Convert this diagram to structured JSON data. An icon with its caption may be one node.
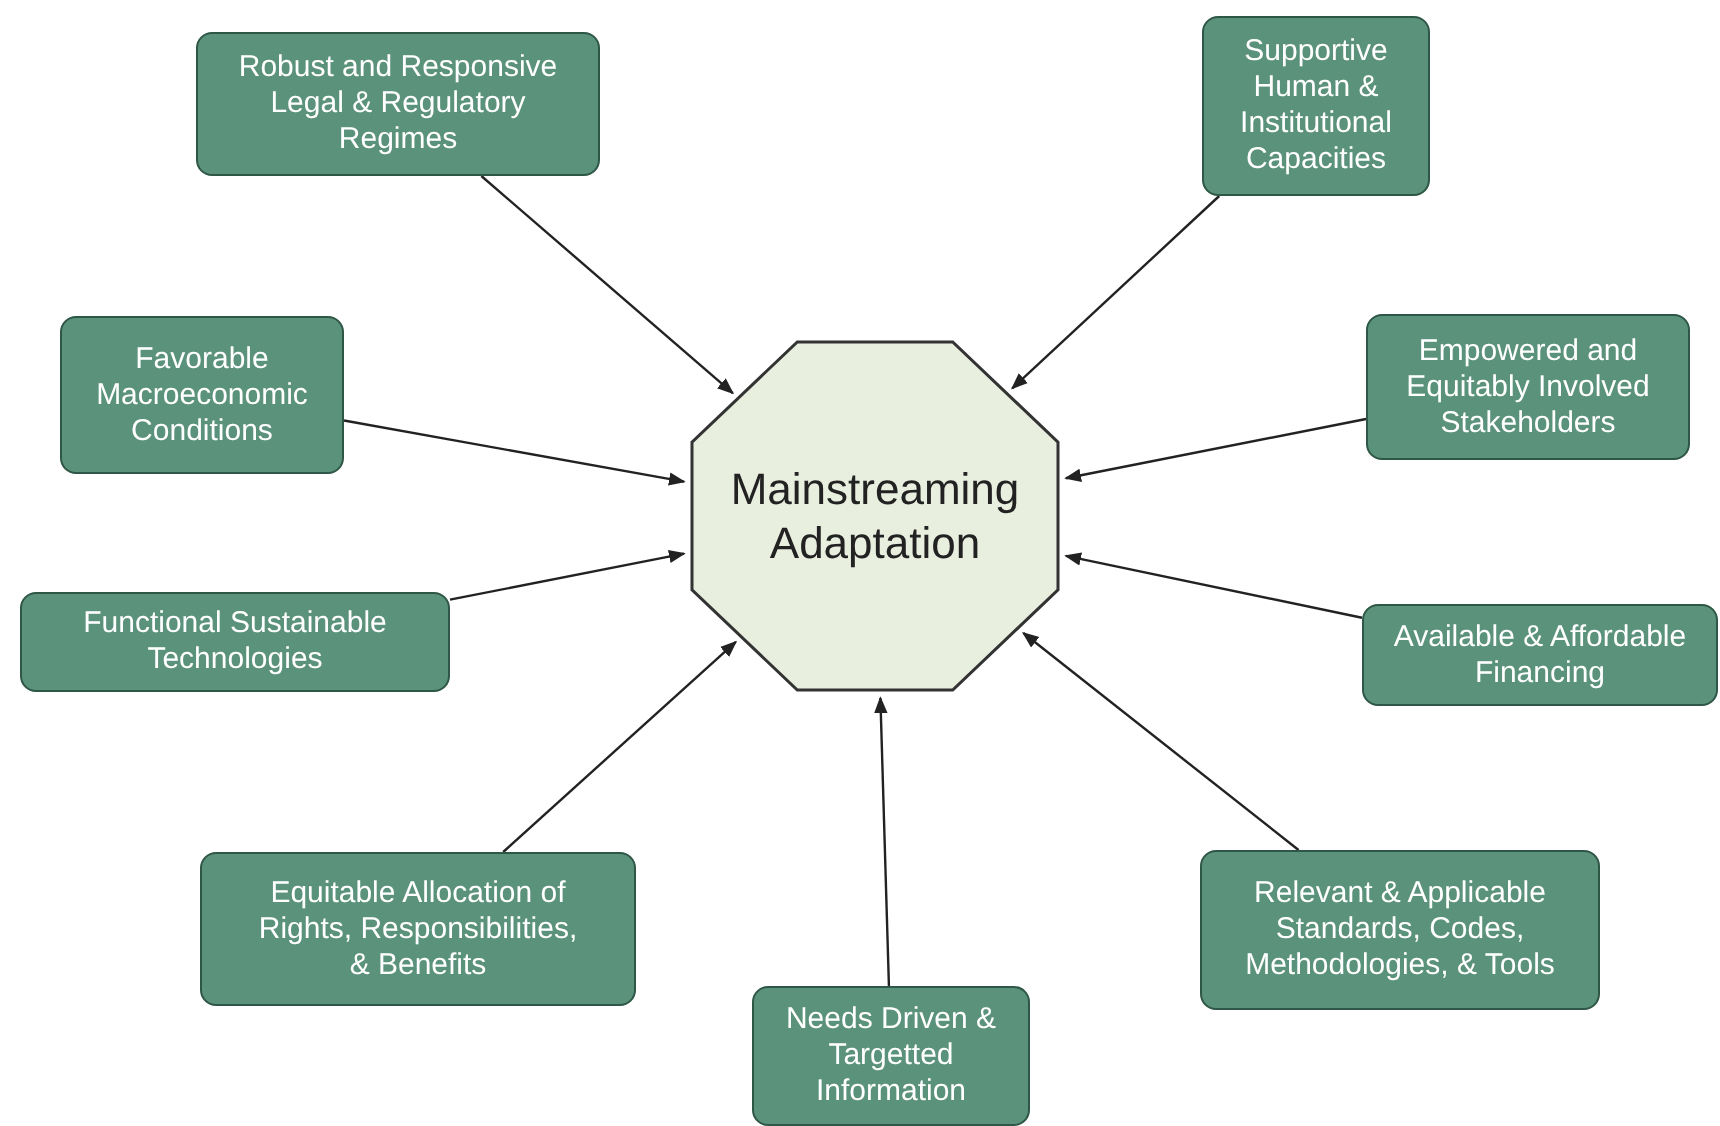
{
  "diagram": {
    "nodes": [
      {
        "text": [
          "Robust and Responsive Legal & Regulatory Regimes"
        ]
      },
      {
        "text": [
          "Supportive Human & Institutional Capacities"
        ]
      },
      {
        "text": [
          "Favorable Macroeconomic Conditions"
        ]
      },
      {
        "text": [
          "Empowered and Equitably Involved Stakeholders"
        ]
      },
      {
        "text": [
          "Mainstreaming Adaptation"
        ]
      },
      {
        "text": [
          "Functional Sustainable Technologies"
        ]
      },
      {
        "text": [
          "Available & Affordable Financing"
        ]
      },
      {
        "text": [
          "Equitable Allocation of Rights, Responsibilities, & Benefits"
        ]
      },
      {
        "text": [
          "Relevant & Applicable Standards, Codes, Methodologies, & Tools"
        ]
      },
      {
        "text": [
          "Needs Driven & Targetted Information"
        ]
      }
    ],
    "edges": [
      {
        "from": 0,
        "to": 4,
        "arrow": "to"
      },
      {
        "from": 1,
        "to": 4,
        "arrow": "to"
      },
      {
        "from": 2,
        "to": 4,
        "arrow": "to"
      },
      {
        "from": 3,
        "to": 4,
        "arrow": "to"
      },
      {
        "from": 5,
        "to": 4,
        "arrow": "to"
      },
      {
        "from": 6,
        "to": 4,
        "arrow": "to"
      },
      {
        "from": 7,
        "to": 4,
        "arrow": "to"
      },
      {
        "from": 8,
        "to": 4,
        "arrow": "to"
      },
      {
        "from": 9,
        "to": 4,
        "arrow": "to"
      }
    ]
  }
}
